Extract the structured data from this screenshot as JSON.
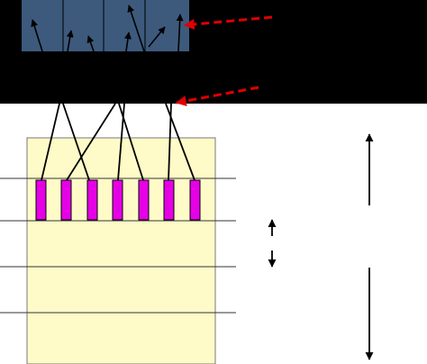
{
  "colors": {
    "background": "#ffffff",
    "top_band": "#000000",
    "panel_fill": "#3d5a7c",
    "panel_divider": "#000000",
    "slab_fill": "#fffbc8",
    "slab_stroke": "#555555",
    "pillar_fill": "#e600e6",
    "pillar_stroke": "#000000",
    "line": "#000000",
    "dashed_arrow": "#e00000"
  },
  "icons": {
    "upper_pointer": "dashed-arrow-left-icon",
    "lower_pointer": "dashed-arrow-left-icon",
    "scale_arrows": "vertical-arrow-icon"
  },
  "diagram": {
    "panel_segments": 4,
    "pillar_count": 7,
    "horizontal_levels": 4,
    "scale_arrows": 4
  }
}
